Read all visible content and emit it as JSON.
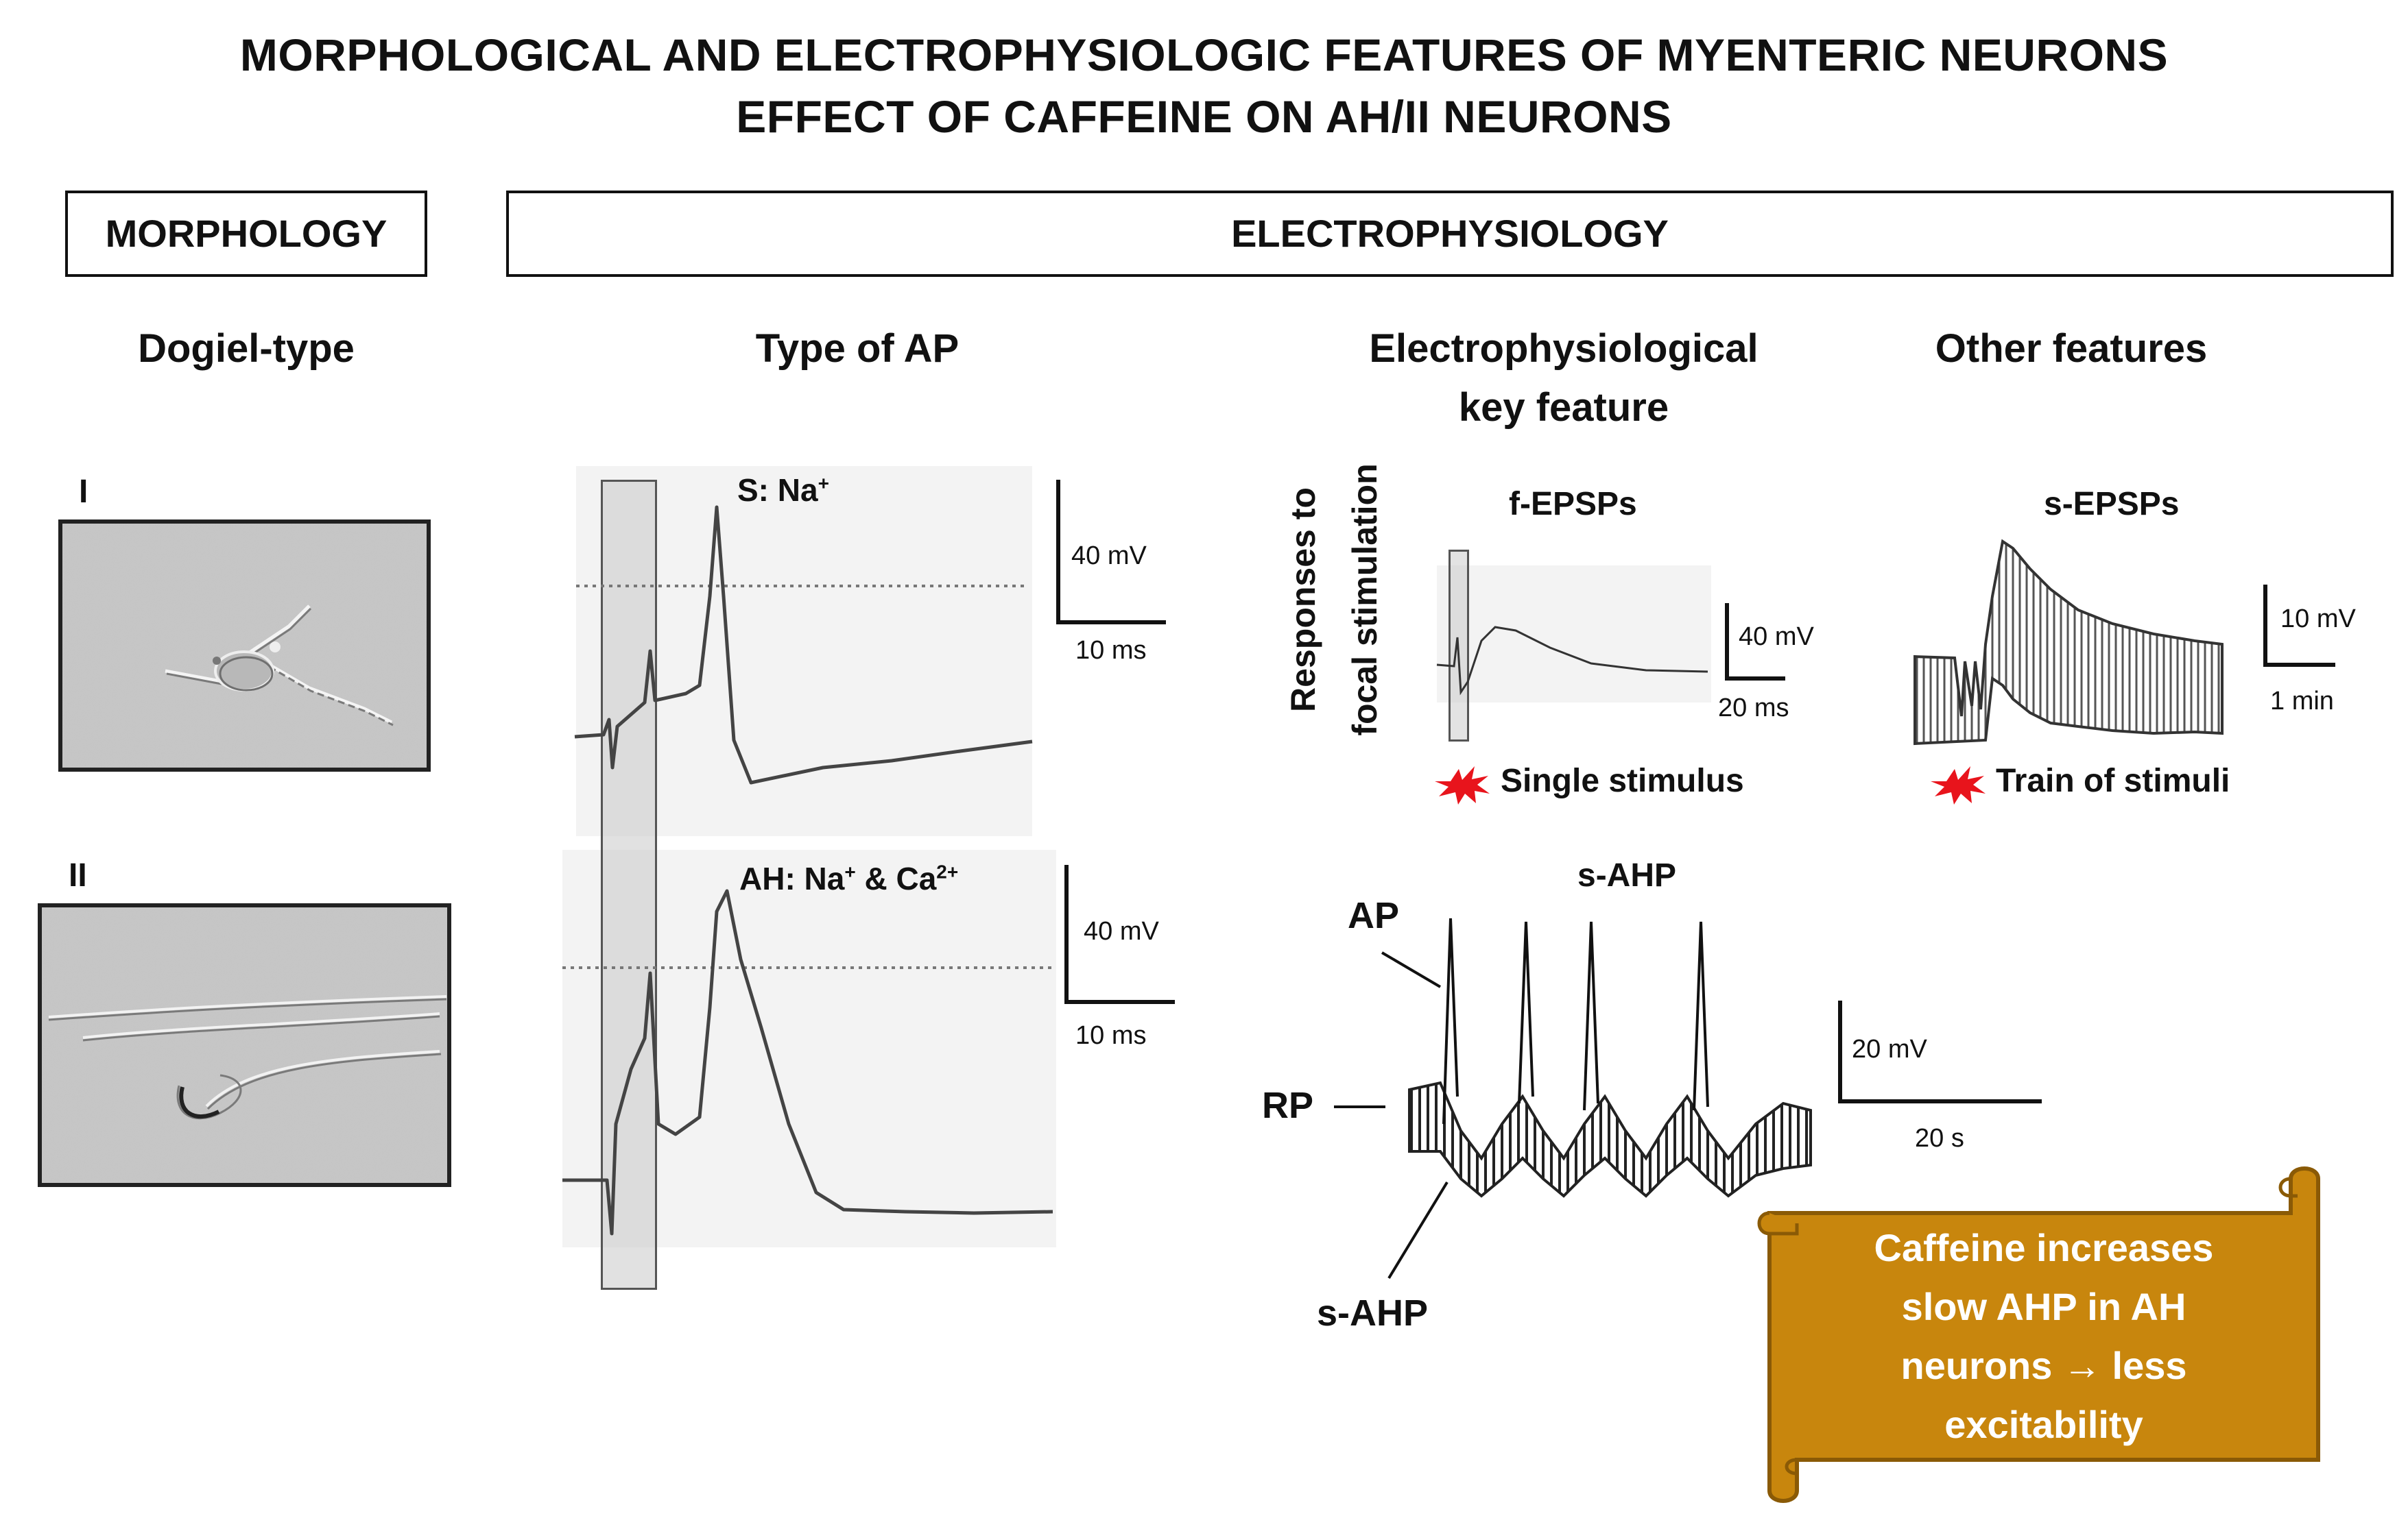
{
  "title": {
    "line1": "MORPHOLOGICAL AND ELECTROPHYSIOLOGIC FEATURES OF MYENTERIC NEURONS",
    "line2": "EFFECT OF CAFFEINE ON AH/II NEURONS"
  },
  "sections": {
    "morphology": "MORPHOLOGY",
    "electrophysiology": "ELECTROPHYSIOLOGY"
  },
  "columns": {
    "dogiel": "Dogiel-type",
    "type_of_ap": "Type of AP",
    "key_feature_line1": "Electrophysiological",
    "key_feature_line2": "key feature",
    "other_features": "Other features"
  },
  "morphology_panels": {
    "type_i": "I",
    "type_ii": "II"
  },
  "ap_traces": {
    "s_label_prefix": "S: Na",
    "s_label_sup": "+",
    "ah_label_prefix": "AH: Na",
    "ah_label_sup1": "+",
    "ah_label_mid": " & Ca",
    "ah_label_sup2": "2+",
    "scale_top_mv": "40 mV",
    "scale_top_ms": "10 ms",
    "scale_bottom_mv": "40 mV",
    "scale_bottom_ms": "10 ms"
  },
  "focal_stimulation": {
    "axis_line1": "Responses to",
    "axis_line2": "focal stimulation",
    "fepsp_title": "f-EPSPs",
    "fepsp_mv": "40 mV",
    "fepsp_ms": "20 ms",
    "single_stimulus": "Single stimulus",
    "sepsp_title": "s-EPSPs",
    "sepsp_mv": "10 mV",
    "sepsp_time": "1 min",
    "train_of_stimuli": "Train of stimuli"
  },
  "sahp_trace": {
    "title": "s-AHP",
    "ap_label": "AP",
    "rp_label": "RP",
    "sahp_label": "s-AHP",
    "scale_mv": "20 mV",
    "scale_s": "20 s"
  },
  "callout": {
    "line1": "Caffeine increases",
    "line2": "slow AHP in AH",
    "line3": "neurons → less",
    "line4": "excitability",
    "fill_color": "#c8860d",
    "border_color": "#8a5a06"
  },
  "colors": {
    "stimulus_star": "#e8141c",
    "trace": "#333333"
  }
}
